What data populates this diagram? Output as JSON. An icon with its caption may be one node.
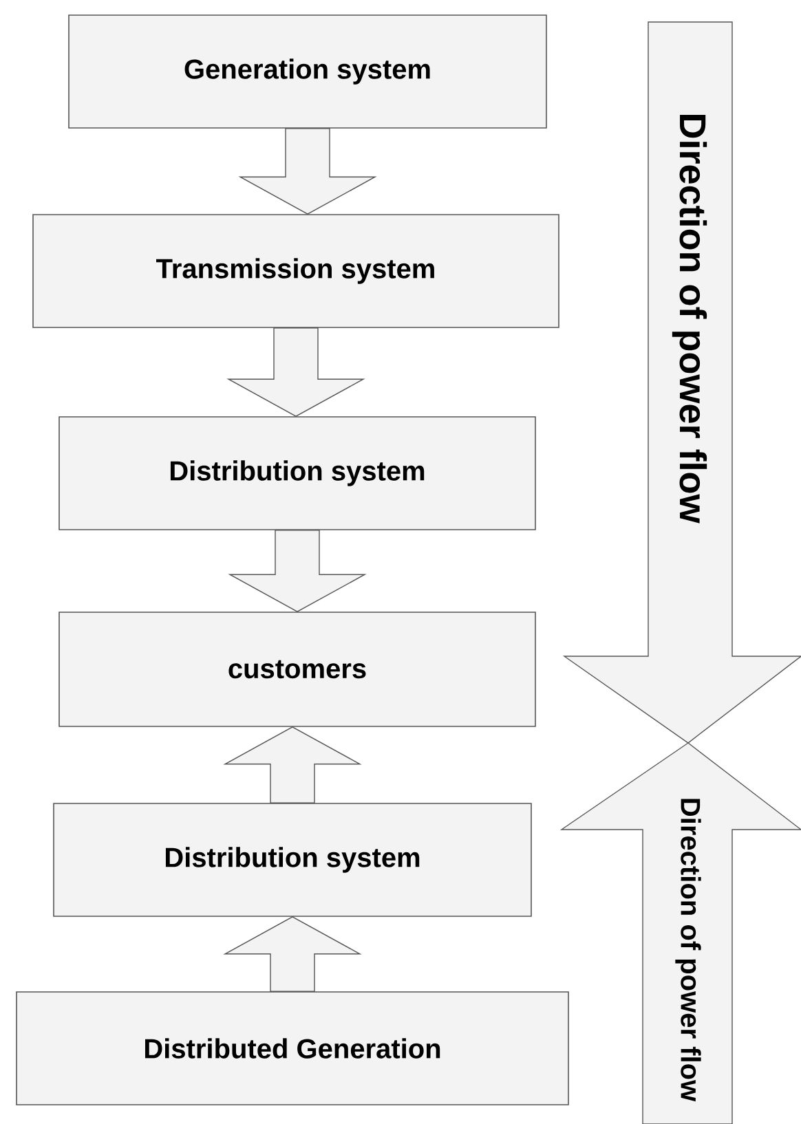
{
  "diagram": {
    "nodes": [
      {
        "text": [
          "Generation system"
        ]
      },
      {
        "text": [
          "Transmission system"
        ]
      },
      {
        "text": [
          "Distribution system"
        ]
      },
      {
        "text": [
          "customers"
        ]
      },
      {
        "text": [
          "Distribution system"
        ]
      },
      {
        "text": [
          "Distributed Generation"
        ]
      }
    ],
    "edges": [
      {
        "from": 0,
        "to": 1,
        "arrow": "to"
      },
      {
        "from": 1,
        "to": 2,
        "arrow": "to"
      },
      {
        "from": 2,
        "to": 3,
        "arrow": "to"
      },
      {
        "from": 4,
        "to": 3,
        "arrow": "to"
      },
      {
        "from": 5,
        "to": 4,
        "arrow": "to"
      }
    ],
    "labels": [
      "Direction of power flow",
      "Direction of power flow"
    ]
  }
}
